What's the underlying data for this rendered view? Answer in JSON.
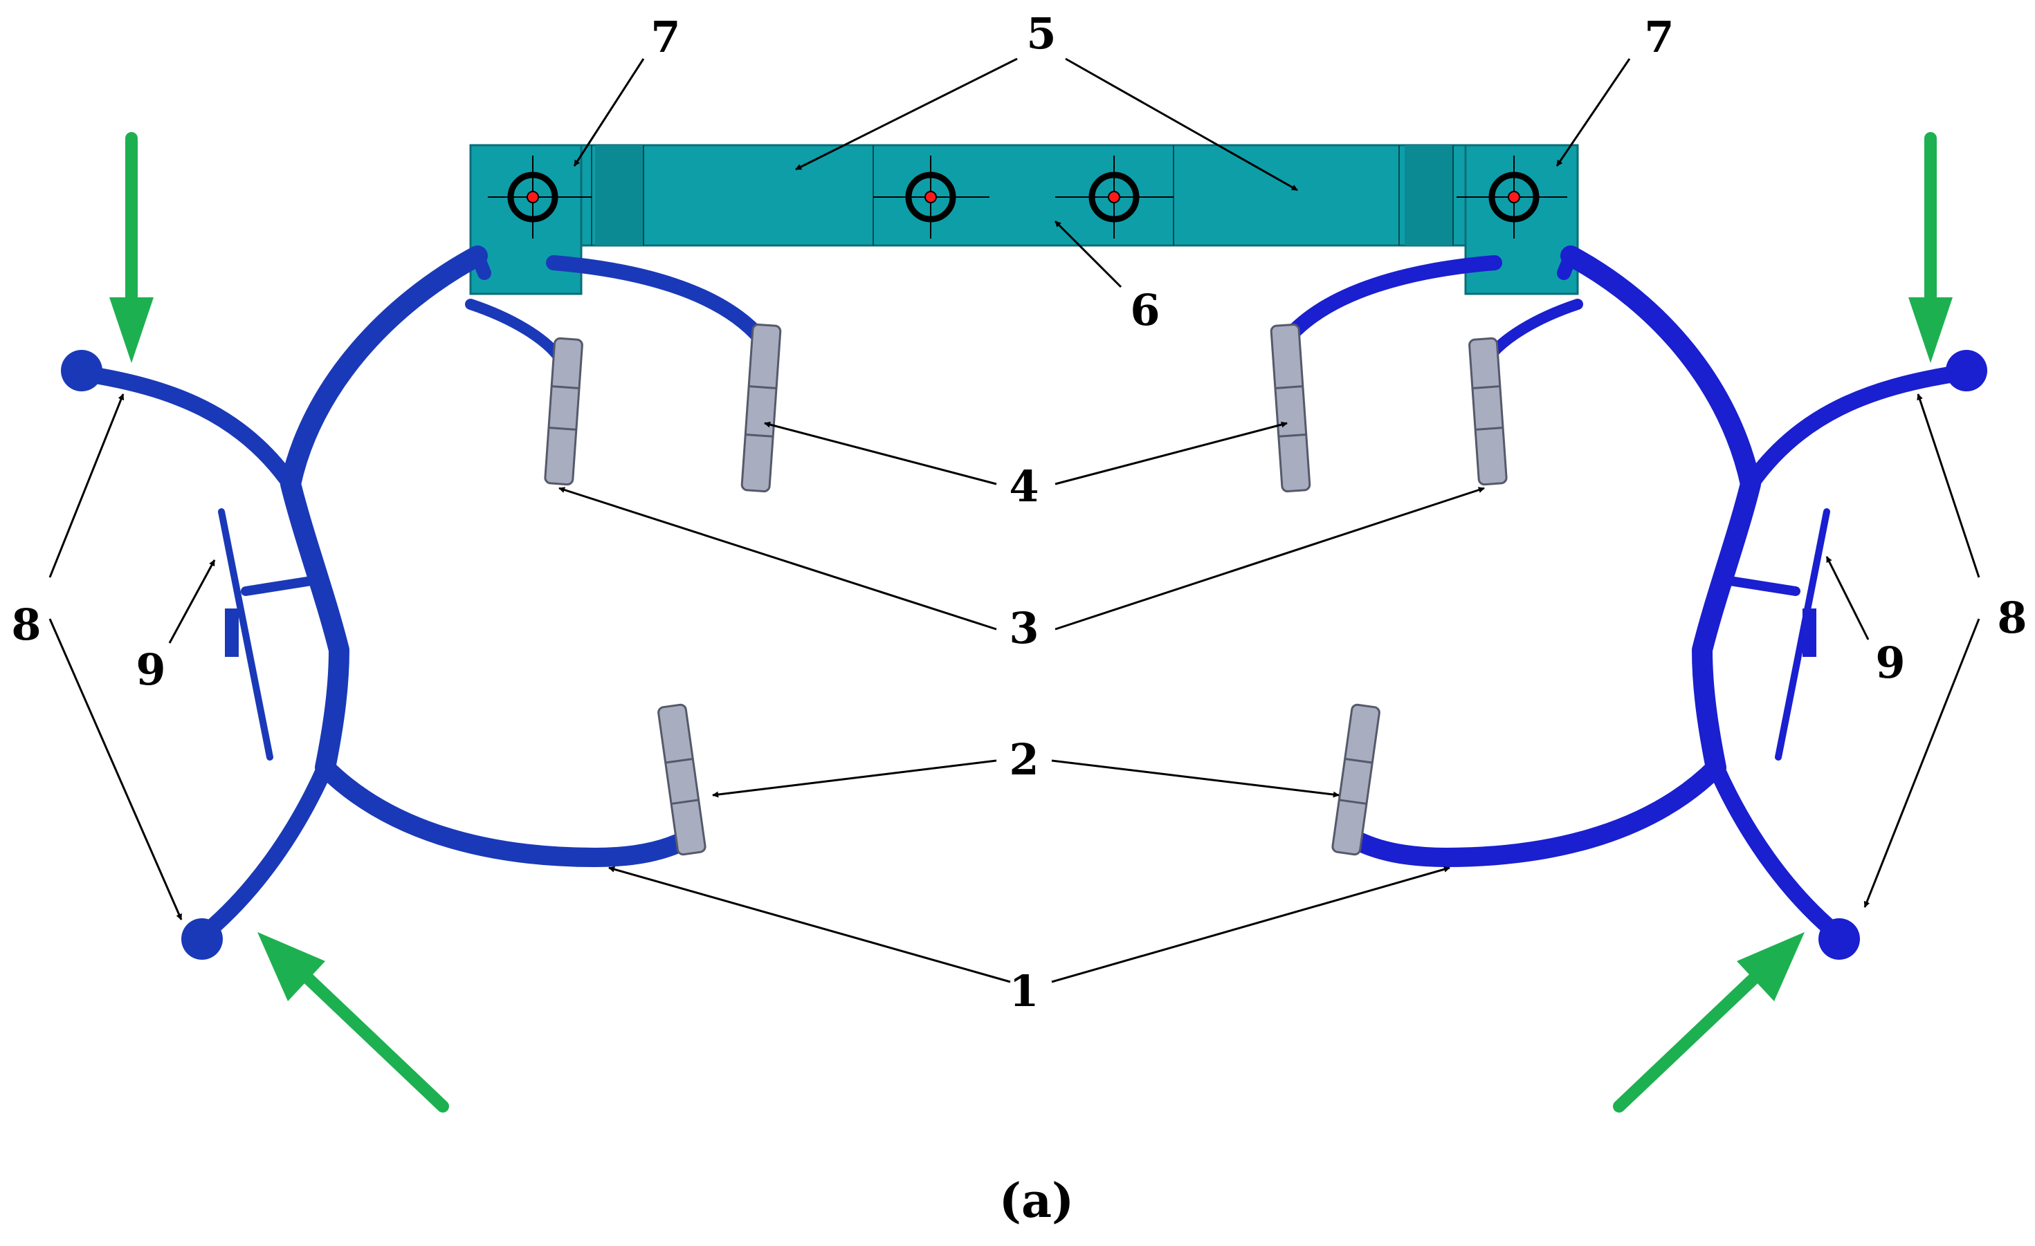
{
  "figure": {
    "caption": "(a)",
    "labels": [
      {
        "id": "1",
        "text": "1"
      },
      {
        "id": "2",
        "text": "2"
      },
      {
        "id": "3",
        "text": "3"
      },
      {
        "id": "4",
        "text": "4"
      },
      {
        "id": "5",
        "text": "5"
      },
      {
        "id": "6",
        "text": "6"
      },
      {
        "id": "7",
        "text": "7"
      },
      {
        "id": "8",
        "text": "8"
      },
      {
        "id": "9",
        "text": "9"
      }
    ],
    "colors": {
      "frame": "#1a39b8",
      "frame_dark": "#102a8c",
      "base_plate": "#0e9ea8",
      "base_plate_edge": "#0a6e78",
      "pad": "#a9adc0",
      "force_arrow": "#1db050",
      "leader_line": "#000000",
      "target_ring": "#000000",
      "target_dot": "#ff1a1a"
    }
  }
}
